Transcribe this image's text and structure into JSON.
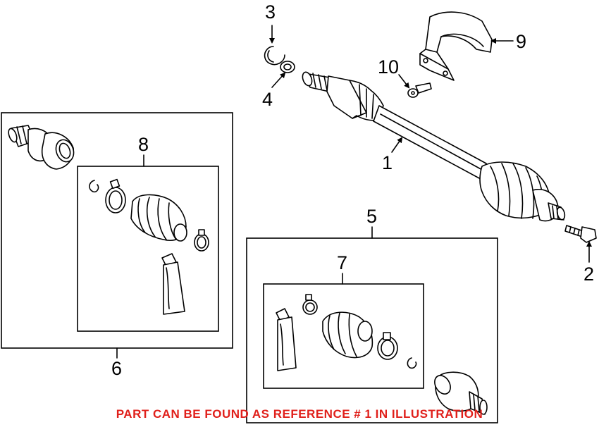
{
  "callouts": {
    "c1": "1",
    "c2": "2",
    "c3": "3",
    "c4": "4",
    "c5": "5",
    "c6": "6",
    "c7": "7",
    "c8": "8",
    "c9": "9",
    "c10": "10"
  },
  "footer_note": "PART CAN BE FOUND AS REFERENCE # 1 IN ILLUSTRATION",
  "colors": {
    "footer_text": "#e0201b",
    "line": "#000000",
    "background": "#ffffff"
  }
}
